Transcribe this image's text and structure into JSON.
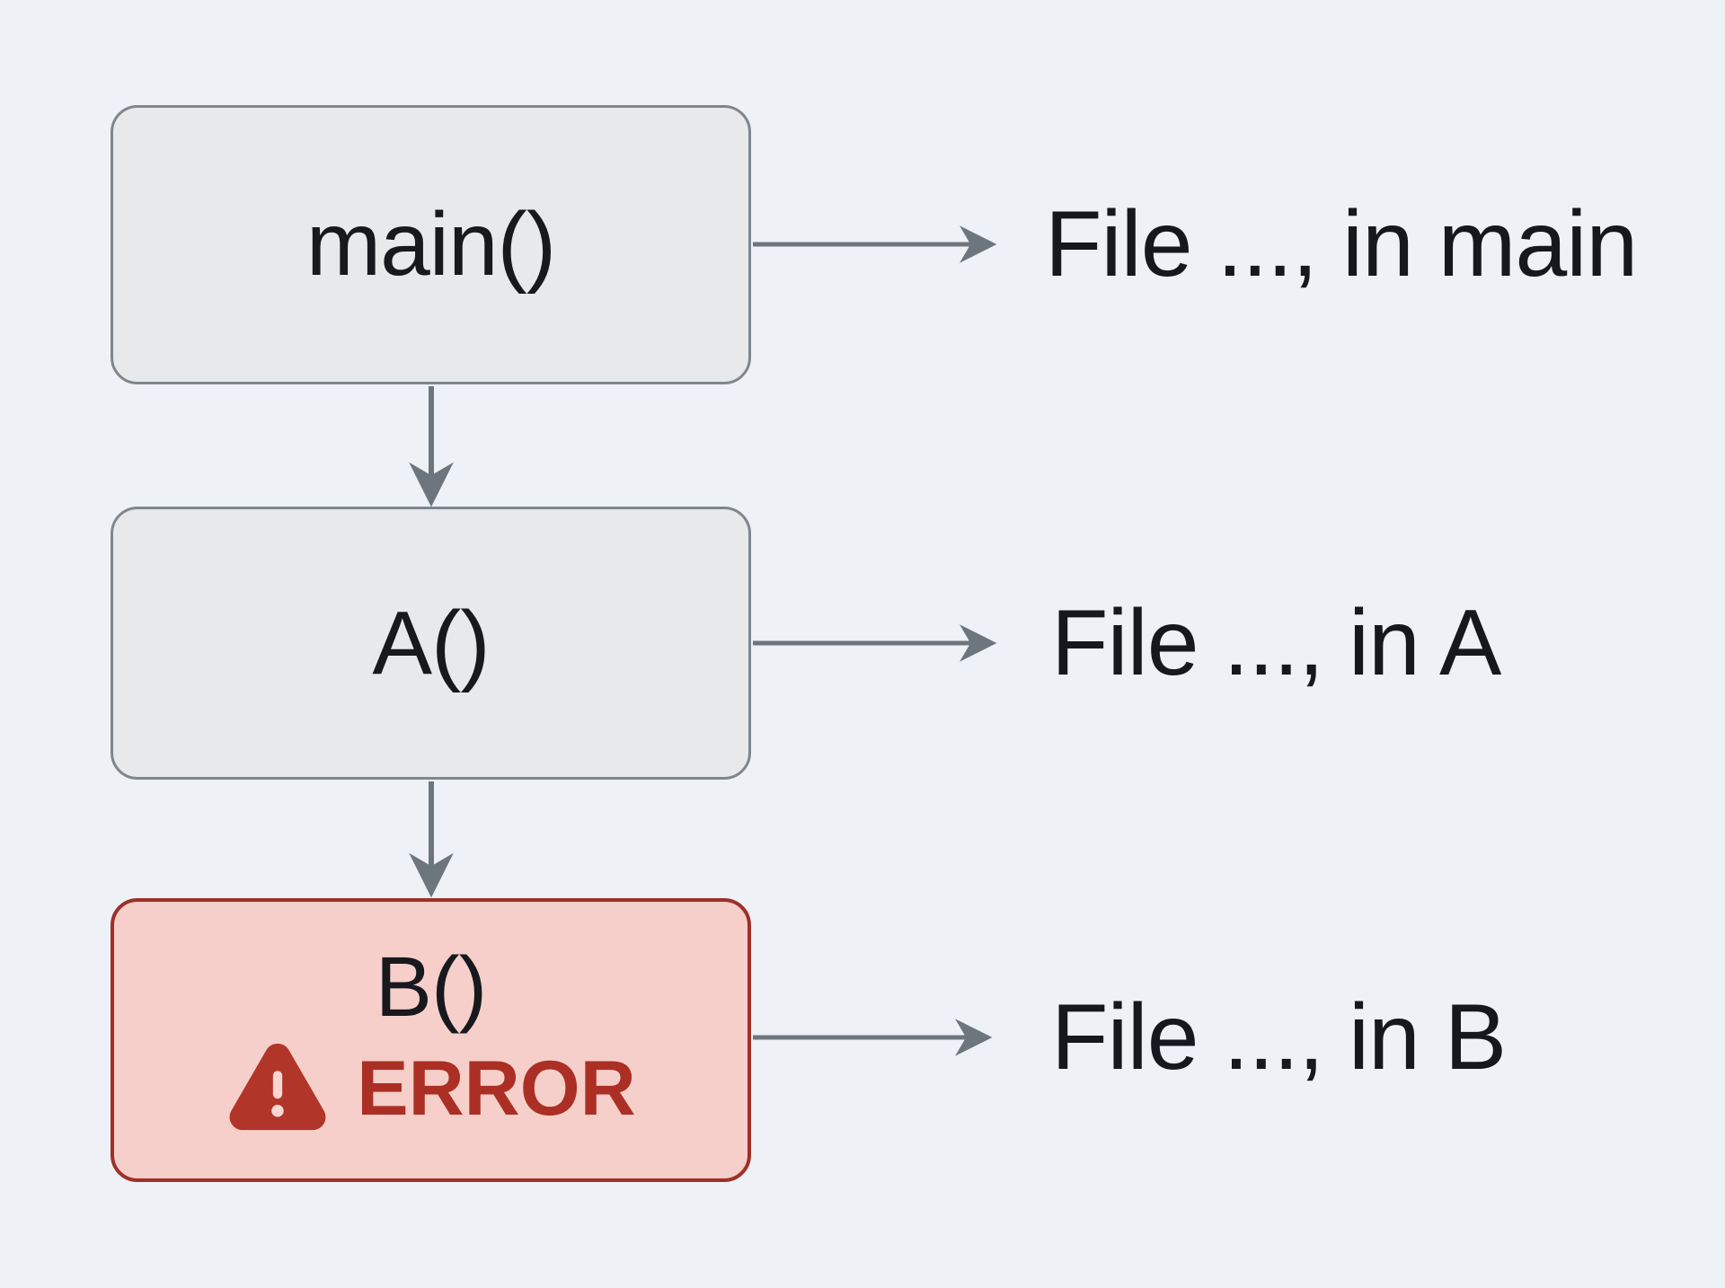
{
  "diagram": {
    "nodes": [
      {
        "id": "main",
        "label": "main()",
        "state": "normal"
      },
      {
        "id": "a",
        "label": "A()",
        "state": "normal"
      },
      {
        "id": "b",
        "label": "B()",
        "state": "error",
        "error_label": "ERROR"
      }
    ],
    "annotations": [
      {
        "id": "main",
        "text": "File ..., in main"
      },
      {
        "id": "a",
        "text": "File ..., in A"
      },
      {
        "id": "b",
        "text": "File ..., in B"
      }
    ],
    "icons": {
      "error_icon": "warning-triangle-icon"
    },
    "colors": {
      "background": "#eef2f7",
      "node_fill": "#e7e9eb",
      "node_border": "#7f868c",
      "node_text": "#17191d",
      "error_node_fill": "#f6cfca",
      "error_node_border": "#9e3028",
      "error_text": "#ab2f24",
      "warning_icon": "#b23529",
      "arrow": "#6d767c",
      "annotation_text": "#15181c"
    }
  }
}
